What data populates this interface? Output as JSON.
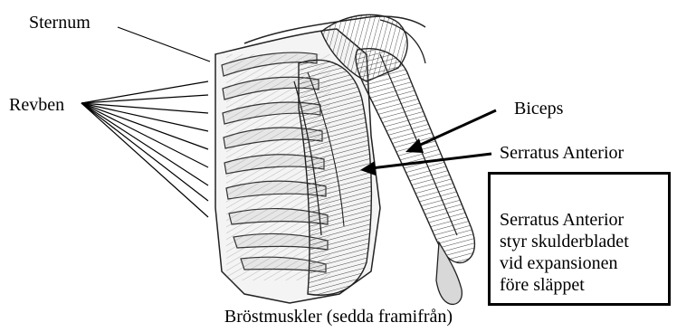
{
  "labels": {
    "sternum": "Sternum",
    "revben": "Revben",
    "biceps": "Biceps",
    "serratus": "Serratus Anterior"
  },
  "callout": {
    "lines": [
      "Serratus Anterior",
      "styr skulderbladet",
      "vid expansionen",
      "före släppet"
    ]
  },
  "caption": "Bröstmuskler (sedda framifrån)",
  "colors": {
    "ink": "#000000",
    "muscle_line": "#555555",
    "rib_fill": "#e9e9e9",
    "background": "#ffffff"
  }
}
